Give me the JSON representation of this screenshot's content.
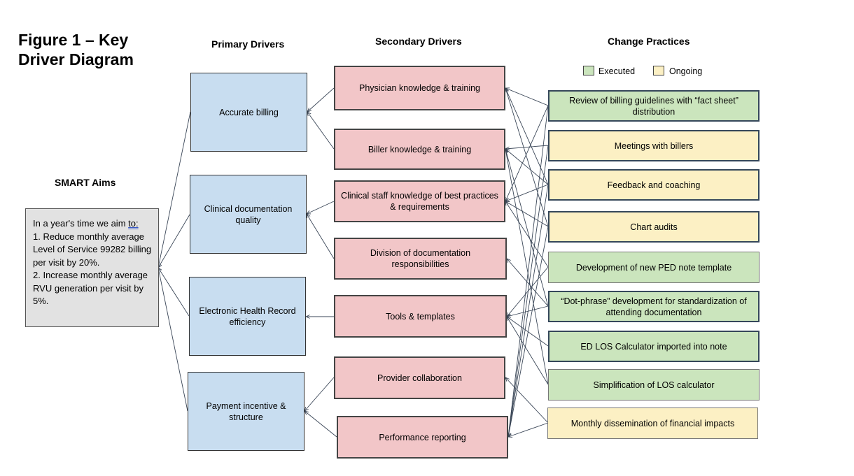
{
  "title": "Figure 1 – Key Driver Diagram",
  "headers": {
    "aims": "SMART Aims",
    "primary": "Primary Drivers",
    "secondary": "Secondary Drivers",
    "change": "Change Practices"
  },
  "legend": {
    "executed": "Executed",
    "ongoing": "Ongoing",
    "colors": {
      "executed": "#cbe5bd",
      "ongoing": "#fcf0c4",
      "primary": "#c8ddf0",
      "secondary": "#f2c6c8",
      "aim": "#e2e2e2"
    }
  },
  "aim": {
    "intro": "In a year's time we aim ",
    "intro_underlined": "to:",
    "line1": "1. Reduce monthly average Level of Service 99282 billing per visit by 20%.",
    "line2": "2. Increase monthly average RVU generation per visit by 5%."
  },
  "primary_drivers": [
    "Accurate billing",
    "Clinical documentation quality",
    "Electronic Health Record efficiency",
    "Payment incentive & structure"
  ],
  "secondary_drivers": [
    "Physician knowledge & training",
    "Biller knowledge & training",
    "Clinical staff knowledge of best practices & requirements",
    "Division of documentation responsibilities",
    "Tools & templates",
    "Provider collaboration",
    "Performance reporting"
  ],
  "change_practices": [
    {
      "text": "Review of billing  guidelines with “fact sheet” distribution",
      "status": "Executed"
    },
    {
      "text": "Meetings with billers",
      "status": "Ongoing"
    },
    {
      "text": "Feedback and coaching",
      "status": "Ongoing"
    },
    {
      "text": "Chart audits",
      "status": "Ongoing"
    },
    {
      "text": "Development of new PED note template",
      "status": "Executed"
    },
    {
      "text": "“Dot-phrase” development for standardization of attending documentation",
      "status": "Executed"
    },
    {
      "text": "ED LOS Calculator imported into note",
      "status": "Executed"
    },
    {
      "text": "Simplification of LOS calculator",
      "status": "Executed"
    },
    {
      "text": "Monthly dissemination of financial impacts",
      "status": "Ongoing"
    }
  ]
}
